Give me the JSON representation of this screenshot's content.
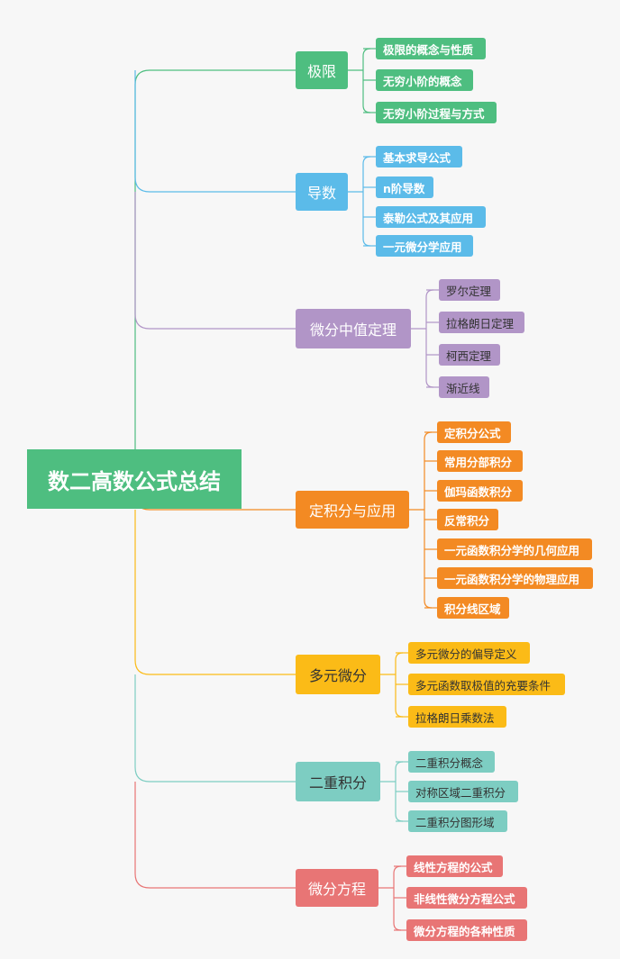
{
  "root": {
    "title": "数二高数公式总结",
    "color": "#4ebe80"
  },
  "branches": [
    {
      "title": "极限",
      "color": "#4ebe80",
      "text_color": "#ffffff",
      "children": [
        "极限的概念与性质",
        "无穷小阶的概念",
        "无穷小阶过程与方式"
      ]
    },
    {
      "title": "导数",
      "color": "#5bbbe9",
      "text_color": "#ffffff",
      "children": [
        "基本求导公式",
        "n阶导数",
        "泰勒公式及其应用",
        "一元微分学应用"
      ]
    },
    {
      "title": "微分中值定理",
      "color": "#b195c7",
      "text_color": "#ffffff",
      "children": [
        "罗尔定理",
        "拉格朗日定理",
        "柯西定理",
        "渐近线"
      ]
    },
    {
      "title": "定积分与应用",
      "color": "#f38a23",
      "text_color": "#ffffff",
      "children": [
        "定积分公式",
        "常用分部积分",
        "伽玛函数积分",
        "反常积分",
        "一元函数积分学的几何应用",
        "一元函数积分学的物理应用",
        "积分线区域"
      ]
    },
    {
      "title": "多元微分",
      "color": "#fbbb17",
      "text_color": "#333333",
      "children": [
        "多元微分的偏导定义",
        "多元函数取极值的充要条件",
        "拉格朗日乘数法"
      ]
    },
    {
      "title": "二重积分",
      "color": "#7dcdc2",
      "text_color": "#333333",
      "children": [
        "二重积分概念",
        "对称区域二重积分",
        "二重积分图形域"
      ]
    },
    {
      "title": "微分方程",
      "color": "#e87575",
      "text_color": "#ffffff",
      "children": [
        "线性方程的公式",
        "非线性微分方程公式",
        "微分方程的各种性质"
      ]
    }
  ]
}
